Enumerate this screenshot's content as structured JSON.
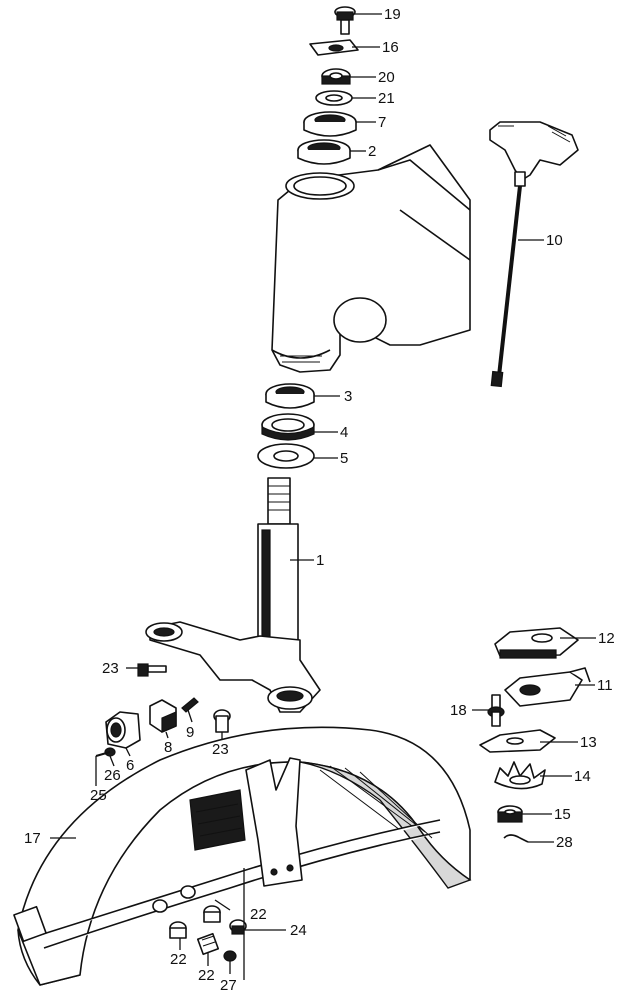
{
  "callouts": {
    "c19": "19",
    "c16": "16",
    "c20": "20",
    "c21": "21",
    "c7": "7",
    "c2": "2",
    "c10": "10",
    "c3": "3",
    "c4": "4",
    "c5": "5",
    "c1": "1",
    "c12": "12",
    "c11": "11",
    "c18": "18",
    "c13": "13",
    "c14": "14",
    "c15": "15",
    "c28": "28",
    "c23a": "23",
    "c9": "9",
    "c8": "8",
    "c23b": "23",
    "c6": "6",
    "c26": "26",
    "c25": "25",
    "c17": "17",
    "c22a": "22",
    "c24": "24",
    "c22b": "22",
    "c22c": "22",
    "c27": "27"
  },
  "colors": {
    "line": "#111111",
    "background": "#ffffff"
  }
}
